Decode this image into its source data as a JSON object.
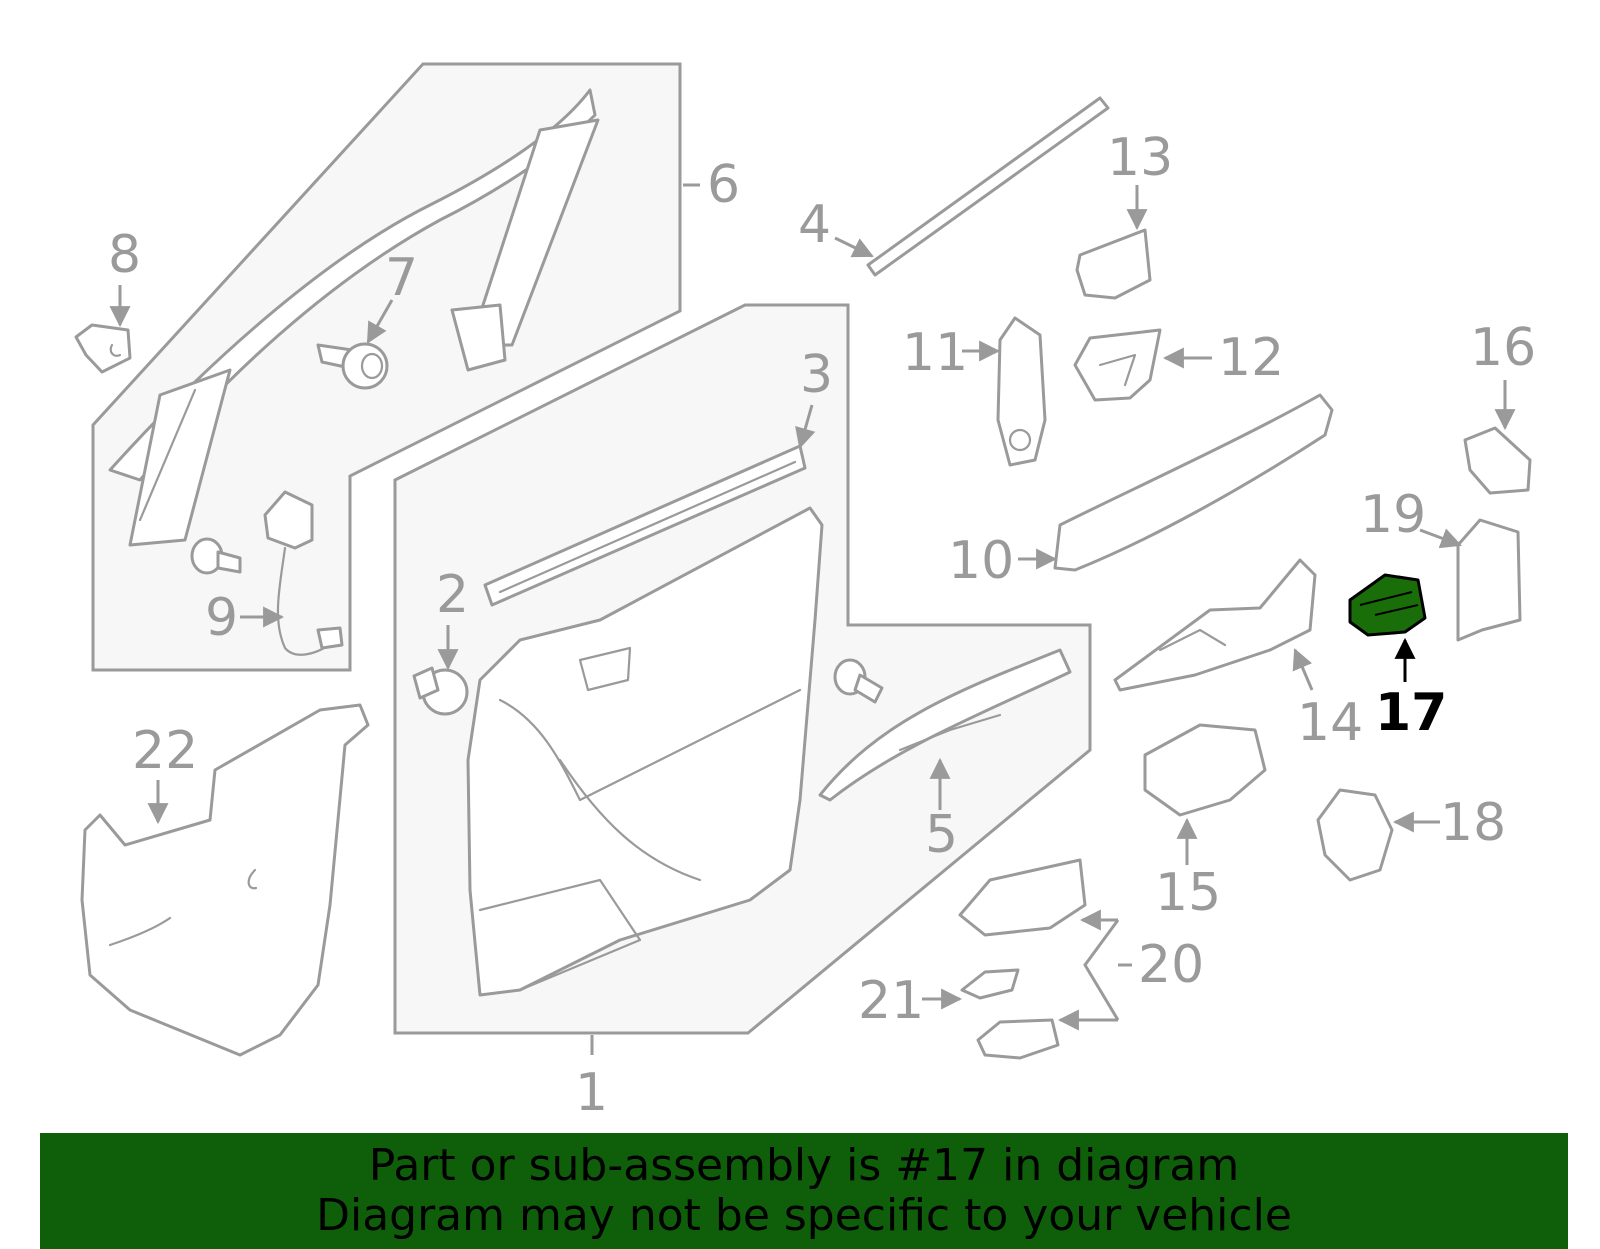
{
  "callouts": {
    "c1": "1",
    "c2": "2",
    "c3": "3",
    "c4": "4",
    "c5": "5",
    "c6": "6",
    "c7": "7",
    "c8": "8",
    "c9": "9",
    "c10": "10",
    "c11": "11",
    "c12": "12",
    "c13": "13",
    "c14": "14",
    "c15": "15",
    "c16": "16",
    "c17": "17",
    "c18": "18",
    "c19": "19",
    "c20": "20",
    "c21": "21",
    "c22": "22"
  },
  "highlight": {
    "part_number": "17",
    "color": "#1a6e0a"
  },
  "banner": {
    "line1": "Part or sub-assembly is #17 in diagram",
    "line2": "Diagram may not be specific to your vehicle",
    "background": "#0f5f0a"
  }
}
